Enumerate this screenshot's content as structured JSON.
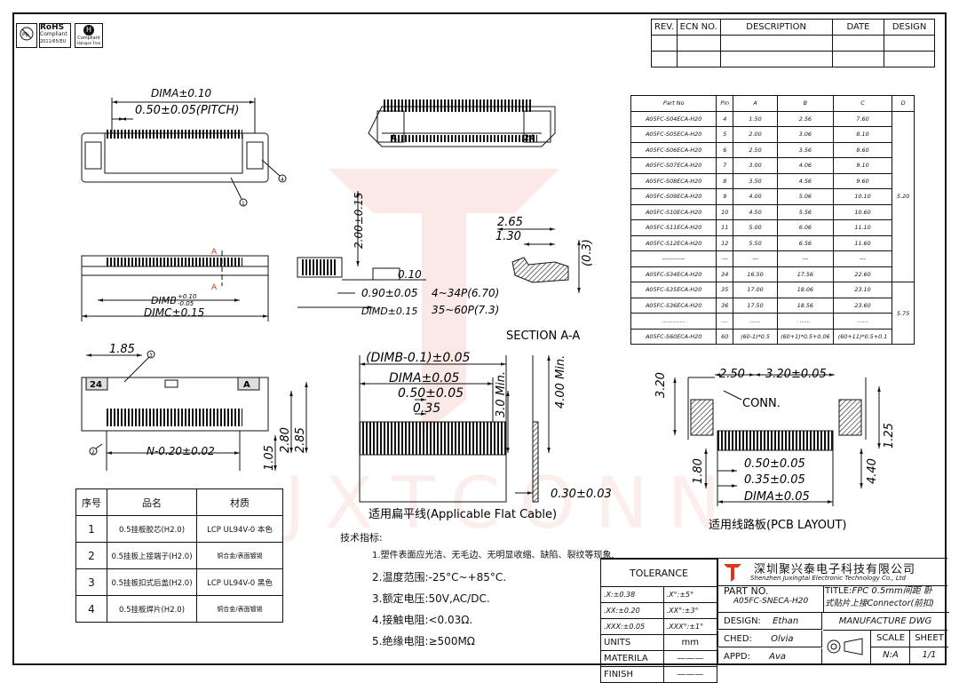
{
  "logos": {
    "rohs_title": "RoHS",
    "rohs_sub1": "Compliant",
    "rohs_sub2": "2011/65/EU",
    "pb_text": "Pb",
    "hf_text1": "Compliant",
    "hf_text2": "Halogen Free"
  },
  "revision": {
    "headers": [
      "REV.",
      "ECN NO.",
      "DESCRIPTION",
      "DATE",
      "DESIGN"
    ]
  },
  "part_table": {
    "headers": [
      "Part No",
      "Pin",
      "A",
      "B",
      "C",
      "D"
    ],
    "rows": [
      [
        "A05FC-S04ECA-H20",
        "4",
        "1.50",
        "2.56",
        "7.60"
      ],
      [
        "A05FC-S05ECA-H20",
        "5",
        "2.00",
        "3.06",
        "8.10"
      ],
      [
        "A05FC-S06ECA-H20",
        "6",
        "2.50",
        "3.56",
        "8.60"
      ],
      [
        "A05FC-S07ECA-H20",
        "7",
        "3.00",
        "4.06",
        "9.10"
      ],
      [
        "A05FC-S08ECA-H20",
        "8",
        "3.50",
        "4.56",
        "9.60"
      ],
      [
        "A05FC-S09ECA-H20",
        "9",
        "4.00",
        "5.06",
        "10.10"
      ],
      [
        "A05FC-S10ECA-H20",
        "10",
        "4.50",
        "5.56",
        "10.60"
      ],
      [
        "A05FC-S11ECA-H20",
        "11",
        "5.00",
        "6.06",
        "11.10"
      ],
      [
        "A05FC-S12ECA-H20",
        "12",
        "5.50",
        "6.56",
        "11.60"
      ],
      [
        "-----------",
        "---",
        "---",
        "---",
        "---"
      ],
      [
        "A05FC-S34ECA-H20",
        "34",
        "16.50",
        "17.56",
        "22.60"
      ],
      [
        "A05FC-S35ECA-H20",
        "35",
        "17.00",
        "18.06",
        "23.10"
      ],
      [
        "A05FC-S36ECA-H20",
        "36",
        "17.50",
        "18.56",
        "23.60"
      ],
      [
        ".............",
        "....",
        "......",
        "......",
        "......"
      ],
      [
        "A05FC-S60ECA-H20",
        "60",
        "(60-1)*0.5",
        "(60+1)*0.5+0.06",
        "(60+11)*0.5+0.1"
      ]
    ],
    "d1": "5.20",
    "d2": "5.75"
  },
  "dims": {
    "dima": "DIMA±0.10",
    "pitch": "0.50±0.05(PITCH)",
    "dimb": "DIMB",
    "dimb_tol_plus": "+0.10",
    "dimb_tol_minus": "-0.05",
    "dimc": "DIMC±0.15",
    "h200": "2.00±0.15",
    "d010": "0.10",
    "d090": "0.90±0.05",
    "dimd": "DIMD±0.15",
    "p1": "4~34P(6.70)",
    "p2": "35~60P(7.3)",
    "d265": "2.65",
    "d130": "1.30",
    "d03": "(0.3)",
    "section": "SECTION A-A",
    "aa": "A",
    "d185": "1.85",
    "n020": "N-0.20±0.02",
    "d105": "1.05",
    "d280": "2.80",
    "d285": "2.85",
    "label24": "24",
    "labelA": "A",
    "fc_dimb": "(DIMB-0.1)±0.05",
    "fc_dima": "DIMA±0.05",
    "fc_050": "0.50±0.05",
    "fc_035": "0.35",
    "fc_30": "3.0 Min.",
    "fc_400": "4.00 Min.",
    "fc_030": "0.30±0.03",
    "fc_caption": "适用扁平线(Applicable Flat Cable)",
    "pcb_250": "2.50",
    "pcb_320w": "3.20±0.05",
    "pcb_320": "3.20",
    "pcb_conn": "CONN.",
    "pcb_125": "1.25",
    "pcb_180": "1.80",
    "pcb_440": "4.40",
    "pcb_050": "0.50±0.05",
    "pcb_035": "0.35±0.05",
    "pcb_dima": "DIMA±0.05",
    "pcb_caption": "适用线路板(PCB LAYOUT)",
    "bal1": "1",
    "bal2": "2",
    "bal3": "3",
    "bal4": "4"
  },
  "bom": {
    "headers": [
      "序号",
      "品名",
      "材质"
    ],
    "rows": [
      [
        "1",
        "0.5挂板胶芯(H2.0)",
        "LCP UL94V-0 本色"
      ],
      [
        "2",
        "0.5挂板上接端子(H2.0)",
        "铜合金/表面镀锡"
      ],
      [
        "3",
        "0.5挂板扣式后盖(H2.0)",
        "LCP UL94V-0 黑色"
      ],
      [
        "4",
        "0.5挂板焊片(H2.0)",
        "铜合金/表面镀锡"
      ]
    ]
  },
  "notes": {
    "title": "技术指标:",
    "items": [
      "1.塑件表面应光洁、无毛边、无明显收缩、缺陷、裂纹等现象.",
      "2.温度范围:-25°C~+85°C.",
      "3.额定电压:50V,AC/DC.",
      "4.接触电阻:<0.03Ω.",
      "5.绝缘电阻:≥500MΩ"
    ]
  },
  "title_block": {
    "tolerance": "TOLERANCE",
    "tol": [
      [
        ".X:±0.38",
        ".X°:±5°"
      ],
      [
        ".XX:±0.20",
        ".XX°:±3°"
      ],
      [
        ".XXX:±0.05",
        ".XXX°:±1°"
      ]
    ],
    "units_label": "UNITS",
    "units": "mm",
    "materila_label": "MATERILA",
    "materila": "———",
    "finish_label": "FINISH",
    "finish": "———",
    "company_cn": "深圳聚兴泰电子科技有限公司",
    "company_en": "Shenzhen Juxingtai Electronic Technology Co., Ltd",
    "part_no_label": "PART NO.",
    "part_no": "A05FC-SNECA-H20",
    "title_label": "TITLE:",
    "title1": "FPC 0.5mm间距 卧",
    "title2": "式贴片上接Connector(前扣)",
    "design_label": "DESIGN:",
    "design": "Ethan",
    "manufacture": "MANUFACTURE DWG",
    "ched_label": "CHED:",
    "ched": "Olvia",
    "appd_label": "APPD:",
    "appd": "Ava",
    "scale_label": "SCALE",
    "scale": "N:A",
    "sheet_label": "SHEET",
    "sheet": "1/1"
  },
  "watermark": "JXTCONN"
}
